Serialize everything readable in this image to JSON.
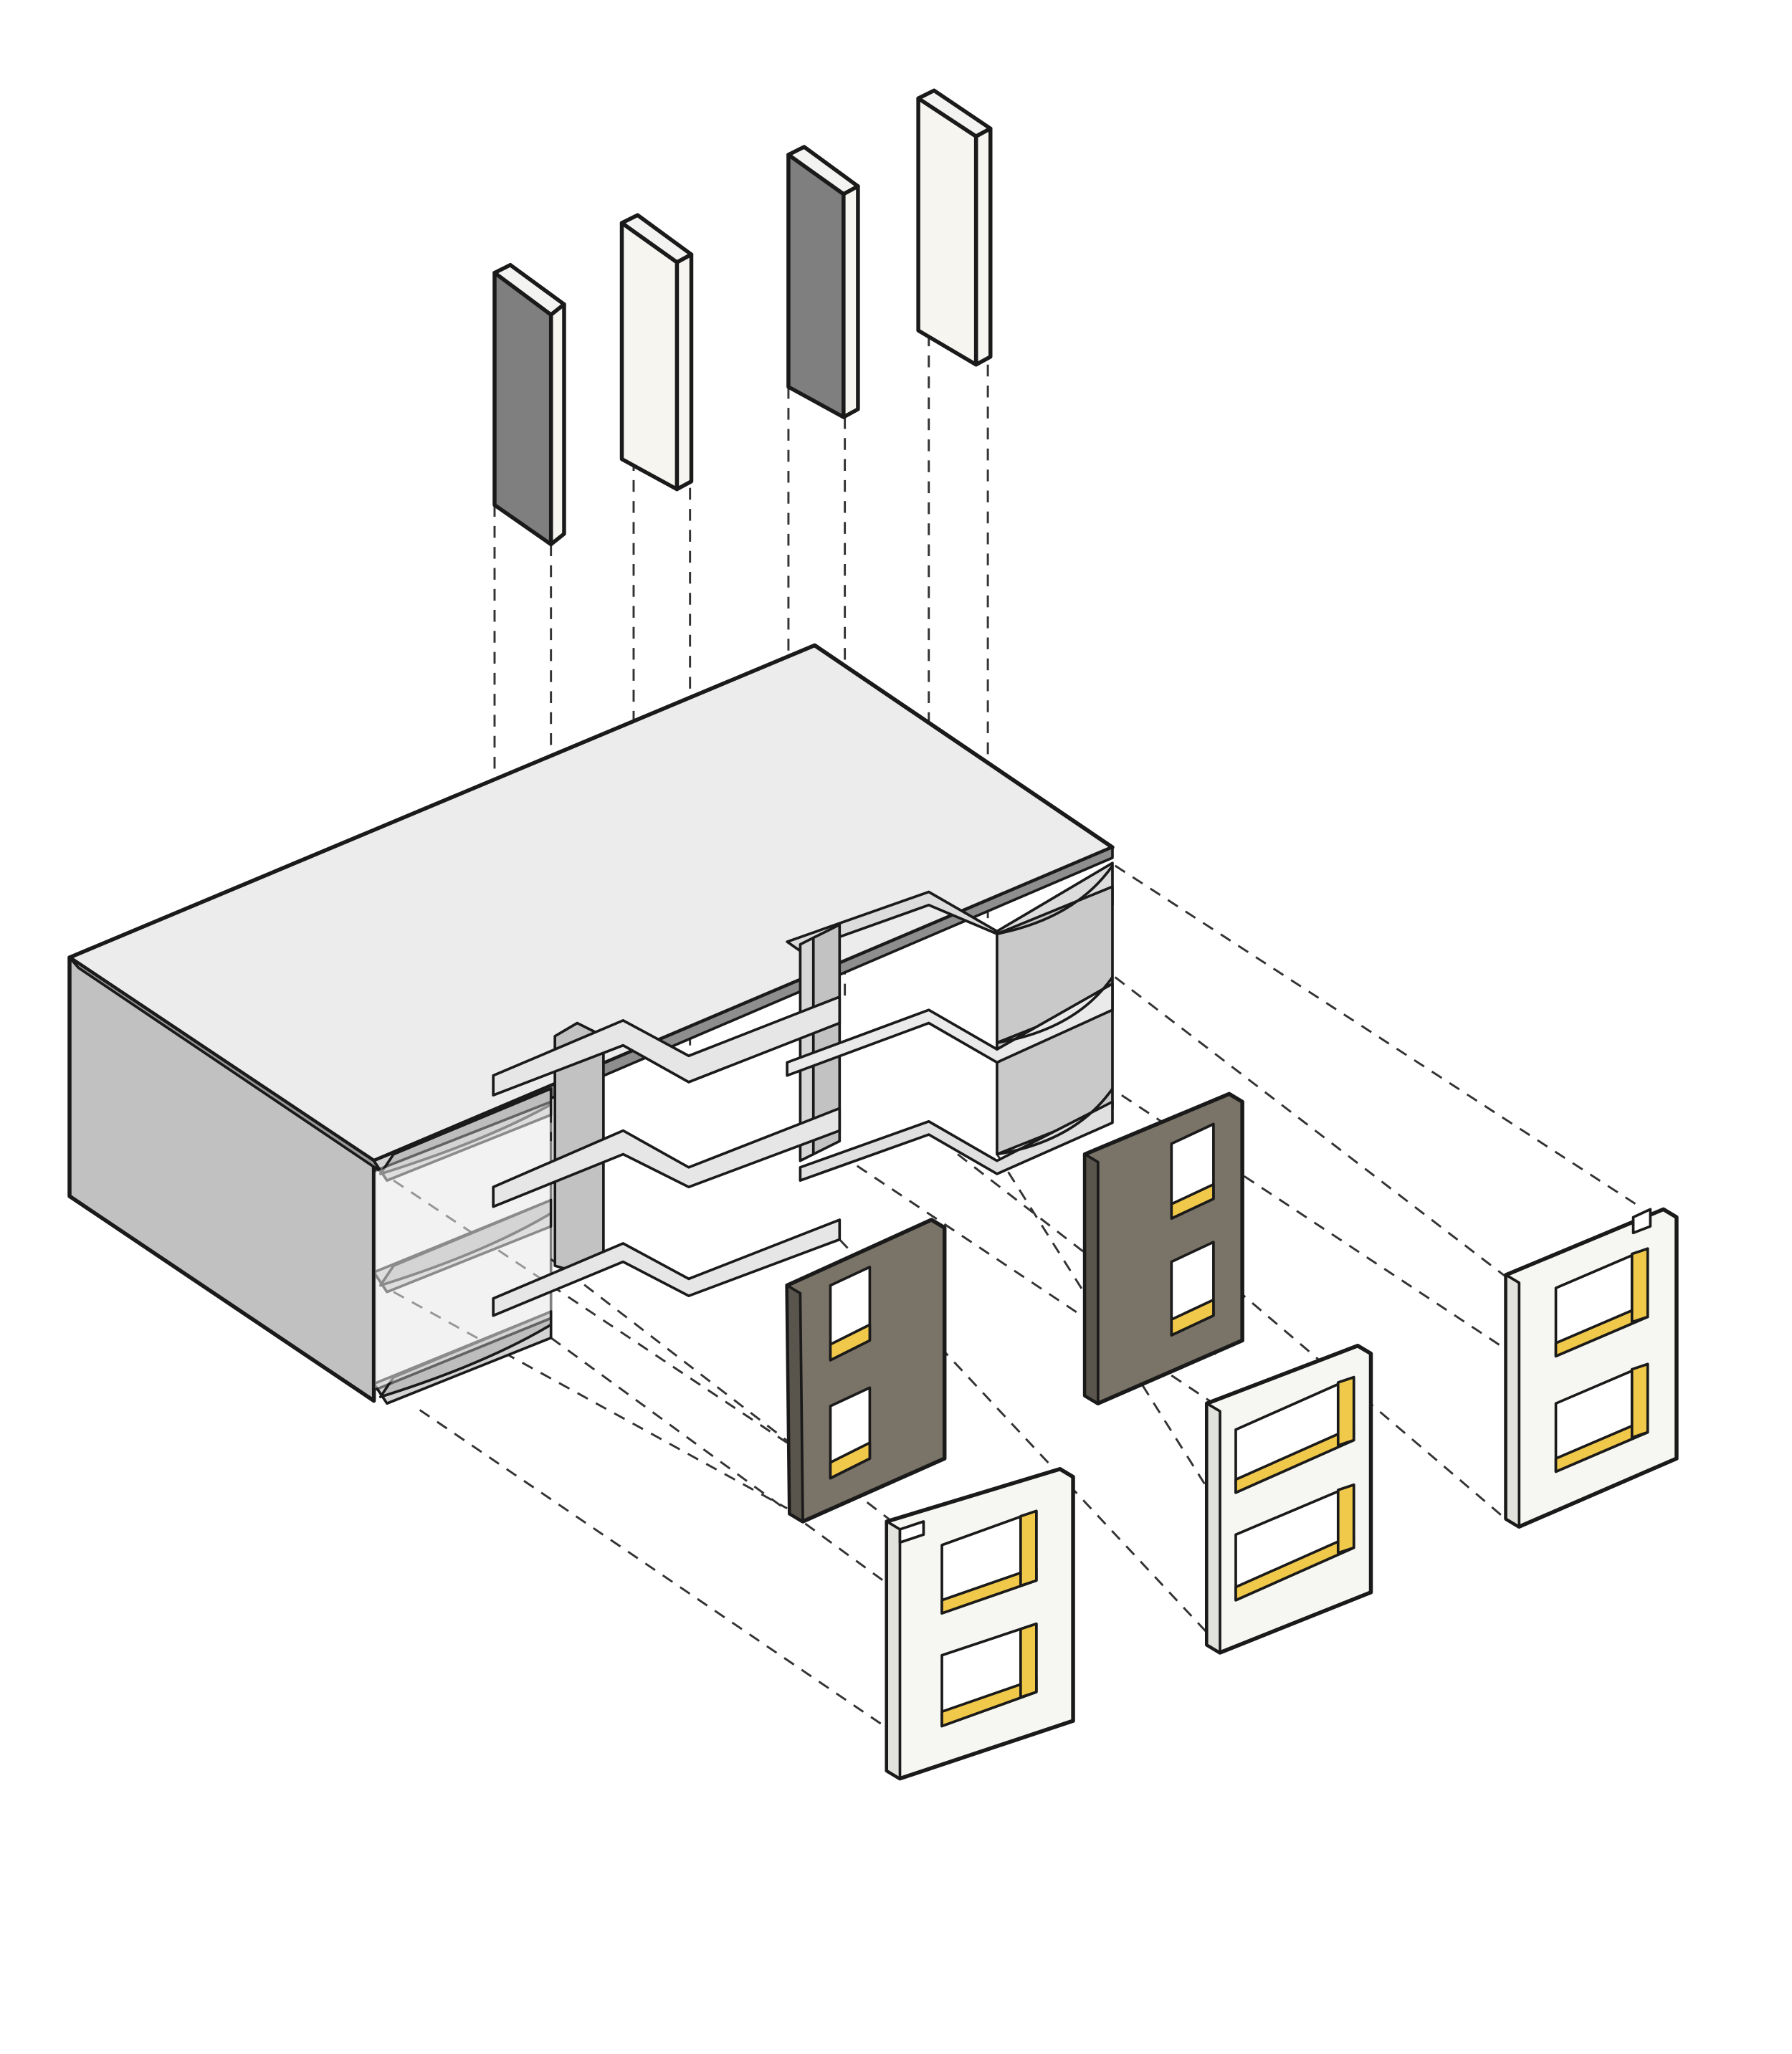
{
  "diagram": {
    "description_title": "",
    "colors": {
      "background": "#ffffff",
      "outline": "#1a1a1a",
      "roof_top": "#ededed",
      "side_wall": "#c2c1c2",
      "slab_top": "#eeeeee",
      "slab_edge": "#5a5a5a",
      "dark_panel": "#7f7f7f",
      "light_panel": "#f6f5f0",
      "brown_facade": "#7a7367",
      "white_facade": "#f6f6f2",
      "window_reveal": "#f1c94a"
    },
    "components": {
      "vertical_panels": [
        "dark",
        "light",
        "dark",
        "light"
      ],
      "facade_panels": [
        "brown",
        "white",
        "brown",
        "white",
        "white"
      ],
      "windows_per_facade": 2
    }
  }
}
